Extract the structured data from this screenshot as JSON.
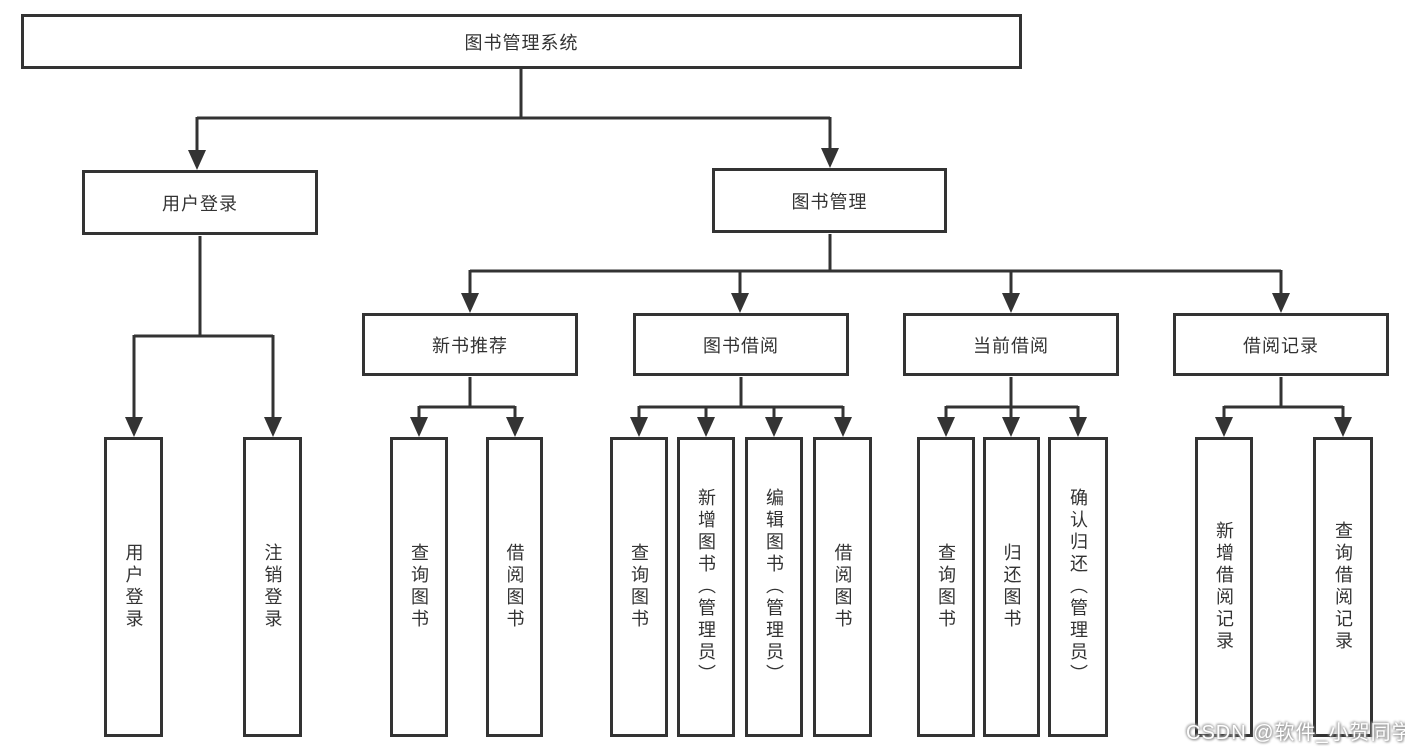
{
  "diagram": {
    "root": {
      "label": "图书管理系统"
    },
    "level2": {
      "user_login": {
        "label": "用户登录"
      },
      "book_mgmt": {
        "label": "图书管理"
      }
    },
    "user_login_children": {
      "login": {
        "label": "用户登录"
      },
      "logout": {
        "label": "注销登录"
      }
    },
    "book_mgmt_children": {
      "new_book_rec": {
        "label": "新书推荐"
      },
      "book_borrow": {
        "label": "图书借阅"
      },
      "current_borrow": {
        "label": "当前借阅"
      },
      "borrow_record": {
        "label": "借阅记录"
      }
    },
    "new_book_rec_children": {
      "query_book": {
        "label": "查询图书"
      },
      "borrow_book": {
        "label": "借阅图书"
      }
    },
    "book_borrow_children": {
      "query_book": {
        "label": "查询图书"
      },
      "add_book": {
        "label": "新增图书（管理员）"
      },
      "edit_book": {
        "label": "编辑图书（管理员）"
      },
      "borrow_book": {
        "label": "借阅图书"
      }
    },
    "current_borrow_children": {
      "query_book": {
        "label": "查询图书"
      },
      "return_book": {
        "label": "归还图书"
      },
      "confirm_return": {
        "label": "确认归还（管理员）"
      }
    },
    "borrow_record_children": {
      "add_record": {
        "label": "新增借阅记录"
      },
      "query_record": {
        "label": "查询借阅记录"
      }
    }
  },
  "watermark": {
    "text": "CSDN @软件_小贺同学"
  },
  "colors": {
    "line": "#333333",
    "text": "#333333",
    "background": "#ffffff",
    "watermark_text": "#ffffff"
  }
}
